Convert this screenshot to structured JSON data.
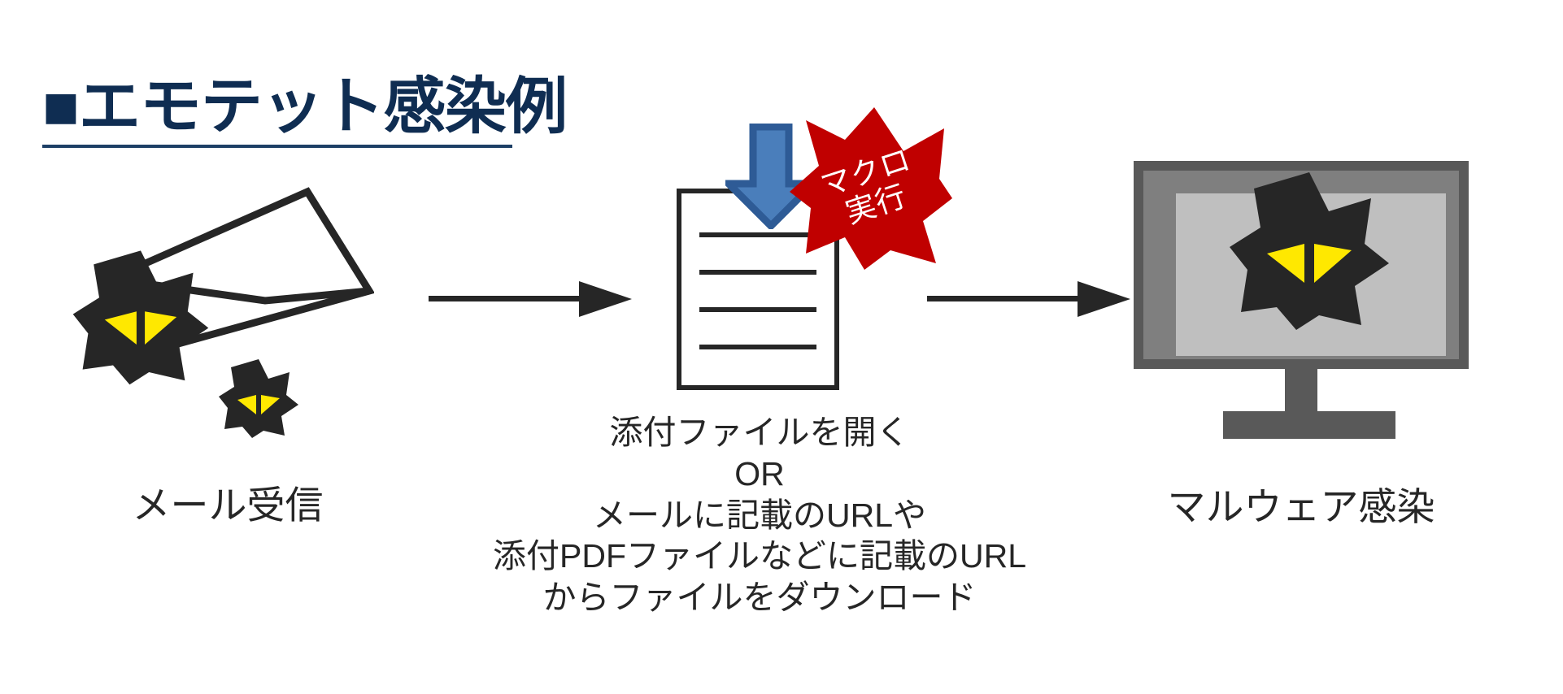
{
  "title": {
    "bullet": "■",
    "text": "■エモテット感染例",
    "color": "#0f2d52",
    "underline_color": "#1d3f66"
  },
  "colors": {
    "virus_body": "#262626",
    "virus_eye": "#ffe800",
    "arrow_blue_fill": "#4a7ebb",
    "arrow_blue_stroke": "#2e5b96",
    "macro_star_fill": "#c00000",
    "macro_star_text": "#ffffff",
    "monitor_frame": "#595959",
    "monitor_bezel": "#7f7f7f",
    "monitor_screen": "#bfbfbf",
    "line_black": "#262626",
    "background": "#ffffff"
  },
  "steps": [
    {
      "id": "mail-receive",
      "label": "メール受信",
      "icon": "envelope-with-virus"
    },
    {
      "id": "open-attachment",
      "label_lines": [
        "添付ファイルを開く",
        "OR",
        "メールに記載のURLや",
        "添付PDFファイルなどに記載のURL",
        "からファイルをダウンロード"
      ],
      "icon": "document-with-download-arrow"
    },
    {
      "id": "malware-infection",
      "label": "マルウェア感染",
      "icon": "monitor-with-virus"
    }
  ],
  "badge": {
    "name": "macro-execution-badge",
    "line1": "マクロ",
    "line2": "実行"
  },
  "connectors": [
    {
      "id": "arrow-1",
      "from": "mail-receive",
      "to": "open-attachment",
      "direction": "right"
    },
    {
      "id": "arrow-2",
      "from": "open-attachment",
      "to": "malware-infection",
      "direction": "right"
    }
  ]
}
